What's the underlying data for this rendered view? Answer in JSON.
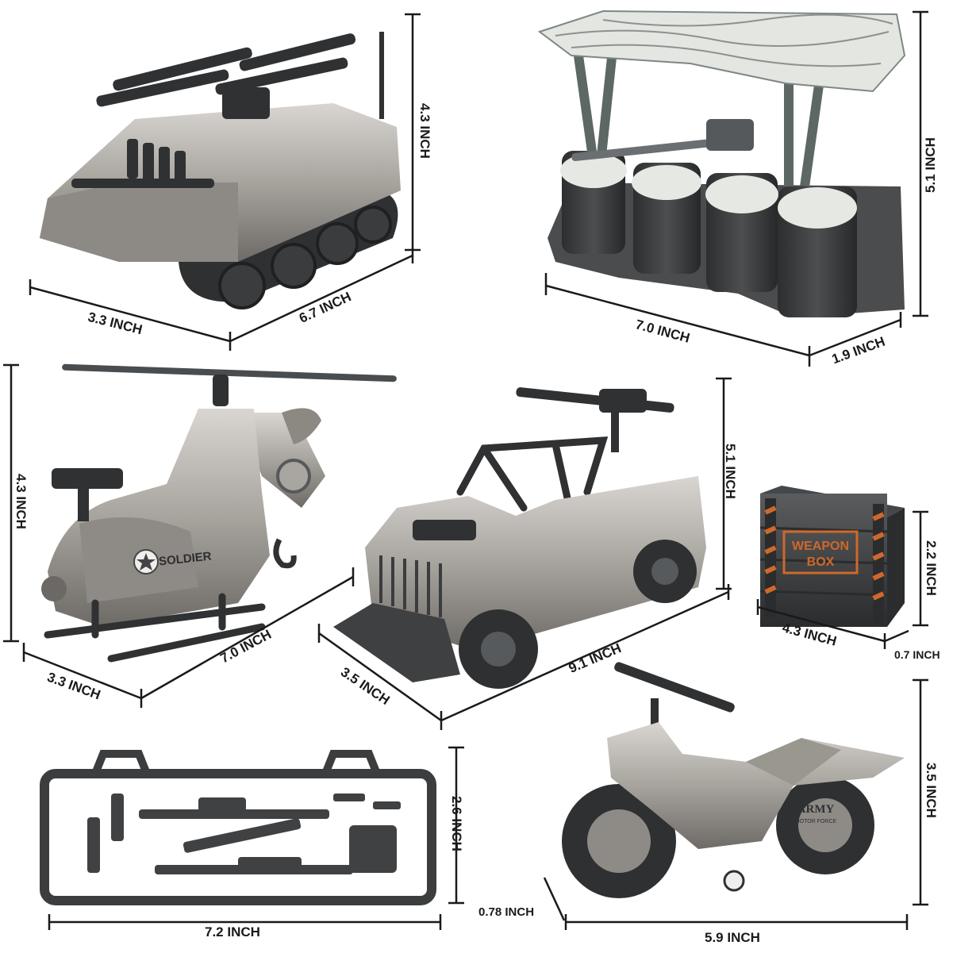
{
  "toys": {
    "tank": {
      "width": "3.3 INCH",
      "length": "6.7 INCH",
      "height": "4.3 INCH"
    },
    "bunker": {
      "length": "7.0 INCH",
      "depth": "1.9 INCH",
      "height": "5.1 INCH"
    },
    "helicopter": {
      "width": "3.3 INCH",
      "length": "7.0 INCH",
      "height": "4.3 INCH",
      "decal": "SOLDIER"
    },
    "jeep": {
      "width": "3.5 INCH",
      "length": "9.1 INCH",
      "height": "5.1 INCH"
    },
    "weapon_box": {
      "line1": "WEAPON",
      "line2": "BOX",
      "length": "4.3 INCH",
      "depth": "0.7 INCH",
      "height": "2.2 INCH"
    },
    "weapon_frame": {
      "length": "7.2 INCH",
      "height": "2.6 INCH"
    },
    "motorcycle": {
      "decal": "ARMY",
      "subdecal": "MOTOR FORCE",
      "wheel_height": "0.78 INCH",
      "length": "5.9 INCH",
      "height": "3.5 INCH"
    }
  },
  "colors": {
    "plastic_gray": "#9c9a97",
    "dark_plastic": "#3b3d3f",
    "metal_silver": "#b8b4ae",
    "crate_orange": "#d0682a",
    "camo_white": "#e8ebe6"
  }
}
